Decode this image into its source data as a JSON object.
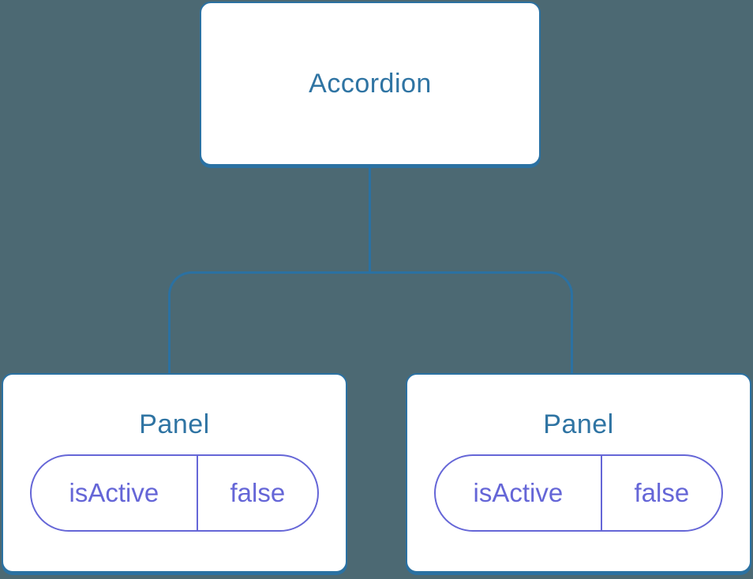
{
  "theme": {
    "bg": "#4C6973",
    "blue": "#2B71A2",
    "text_blue": "#2F74A3",
    "purple": "#6566D7",
    "node_bg": "#FFFFFF"
  },
  "tree": {
    "root": {
      "label": "Accordion"
    },
    "children": [
      {
        "label": "Panel",
        "state": {
          "key": "isActive",
          "value": "false"
        }
      },
      {
        "label": "Panel",
        "state": {
          "key": "isActive",
          "value": "false"
        }
      }
    ]
  }
}
